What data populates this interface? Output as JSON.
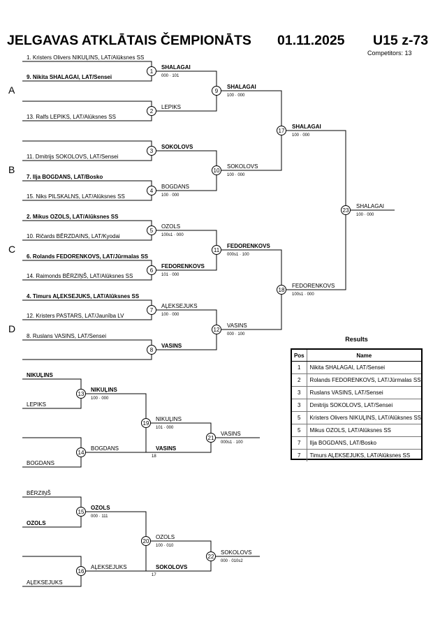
{
  "header": {
    "title": "JELGAVAS ATKLĀTAIS ČEMPIONĀTS",
    "date": "01.11.2025",
    "category": "U15 z-73",
    "competitors": "Competitors: 13"
  },
  "groups": [
    "A",
    "B",
    "C",
    "D"
  ],
  "entries": [
    "1. Kristers Olivers NIKUĻINS, LAT/Alūksnes SS",
    "9. Nikita SHALAGAI, LAT/Sensei",
    "13. Ralfs LEPIKS, LAT/Alūksnes SS",
    "11. Dmitrijs SOKOLOVS, LAT/Sensei",
    "7. Ilja BOGDANS, LAT/Bosko",
    "15. Niks PILSKALNS, LAT/Alūksnes SS",
    "2. Mikus OZOLS, LAT/Alūksnes SS",
    "10. Ričards BĒRZDAINS, LAT/Kyodai",
    "6. Rolands FEDORENKOVS, LAT/Jūrmalas SS",
    "14. Raimonds BĒRZIŅŠ, LAT/Alūksnes SS",
    "4. Timurs AĻEKSEJUKS, LAT/Alūksnes SS",
    "12. Kristers PASTARS, LAT/Jaunība LV",
    "8. Ruslans VASINS, LAT/Sensei"
  ],
  "matches": [
    {
      "no": "1",
      "winner": "SHALAGAI",
      "score": "000 · 101"
    },
    {
      "no": "2",
      "winner": "LEPIKS",
      "score": ""
    },
    {
      "no": "3",
      "winner": "SOKOLOVS",
      "score": ""
    },
    {
      "no": "4",
      "winner": "BOGDANS",
      "score": "100 · 000"
    },
    {
      "no": "5",
      "winner": "OZOLS",
      "score": "100s1 · 000"
    },
    {
      "no": "6",
      "winner": "FEDORENKOVS",
      "score": "101 · 000"
    },
    {
      "no": "7",
      "winner": "AĻEKSEJUKS",
      "score": "100 · 000"
    },
    {
      "no": "8",
      "winner": "VASINS",
      "score": ""
    },
    {
      "no": "9",
      "winner": "SHALAGAI",
      "score": "100 · 000"
    },
    {
      "no": "10",
      "winner": "SOKOLOVS",
      "score": "100 · 000"
    },
    {
      "no": "11",
      "winner": "FEDORENKOVS",
      "score": "000s1 · 100"
    },
    {
      "no": "12",
      "winner": "VASINS",
      "score": "000 · 100"
    },
    {
      "no": "17",
      "winner": "SHALAGAI",
      "score": "100 · 000"
    },
    {
      "no": "18",
      "winner": "FEDORENKOVS",
      "score": "100s1 · 000"
    },
    {
      "no": "23",
      "winner": "SHALAGAI",
      "score": "100 · 000"
    }
  ],
  "repechage": [
    {
      "entries": [
        "NIKUĻINS",
        "LEPIKS"
      ],
      "no": "13",
      "winner": "NIKUĻINS",
      "score": "100 · 000"
    },
    {
      "entries": [
        "",
        "BOGDANS"
      ],
      "no": "14",
      "winner": "BOGDANS",
      "score": ""
    },
    {
      "no": "19",
      "winner": "NIKUĻINS",
      "score": "101 · 000",
      "opponent": "VASINS",
      "ref": "18"
    },
    {
      "no": "21",
      "winner": "VASINS",
      "score": "000s1 · 100"
    },
    {
      "entries": [
        "BĒRZIŅŠ",
        "OZOLS"
      ],
      "no": "15",
      "winner": "OZOLS",
      "score": "000 · 111"
    },
    {
      "entries": [
        "",
        "AĻEKSEJUKS"
      ],
      "no": "16",
      "winner": "AĻEKSEJUKS",
      "score": ""
    },
    {
      "no": "20",
      "winner": "OZOLS",
      "score": "100 · 010",
      "opponent": "SOKOLOVS",
      "ref": "17"
    },
    {
      "no": "22",
      "winner": "SOKOLOVS",
      "score": "000 · 010s2"
    }
  ],
  "results": {
    "title": "Results",
    "headers": [
      "Pos",
      "Name"
    ],
    "rows": [
      {
        "pos": "1",
        "name": "Nikita SHALAGAI, LAT/Sensei"
      },
      {
        "pos": "2",
        "name": "Rolands FEDORENKOVS, LAT/Jūrmalas SS"
      },
      {
        "pos": "3",
        "name": "Ruslans VASINS, LAT/Sensei"
      },
      {
        "pos": "3",
        "name": "Dmitrijs SOKOLOVS, LAT/Sensei"
      },
      {
        "pos": "5",
        "name": "Kristers Olivers NIKUĻINS, LAT/Alūksnes SS"
      },
      {
        "pos": "5",
        "name": "Mikus OZOLS, LAT/Alūksnes SS"
      },
      {
        "pos": "7",
        "name": "Ilja BOGDANS, LAT/Bosko"
      },
      {
        "pos": "7",
        "name": "Timurs AĻEKSEJUKS, LAT/Alūksnes SS"
      }
    ]
  }
}
